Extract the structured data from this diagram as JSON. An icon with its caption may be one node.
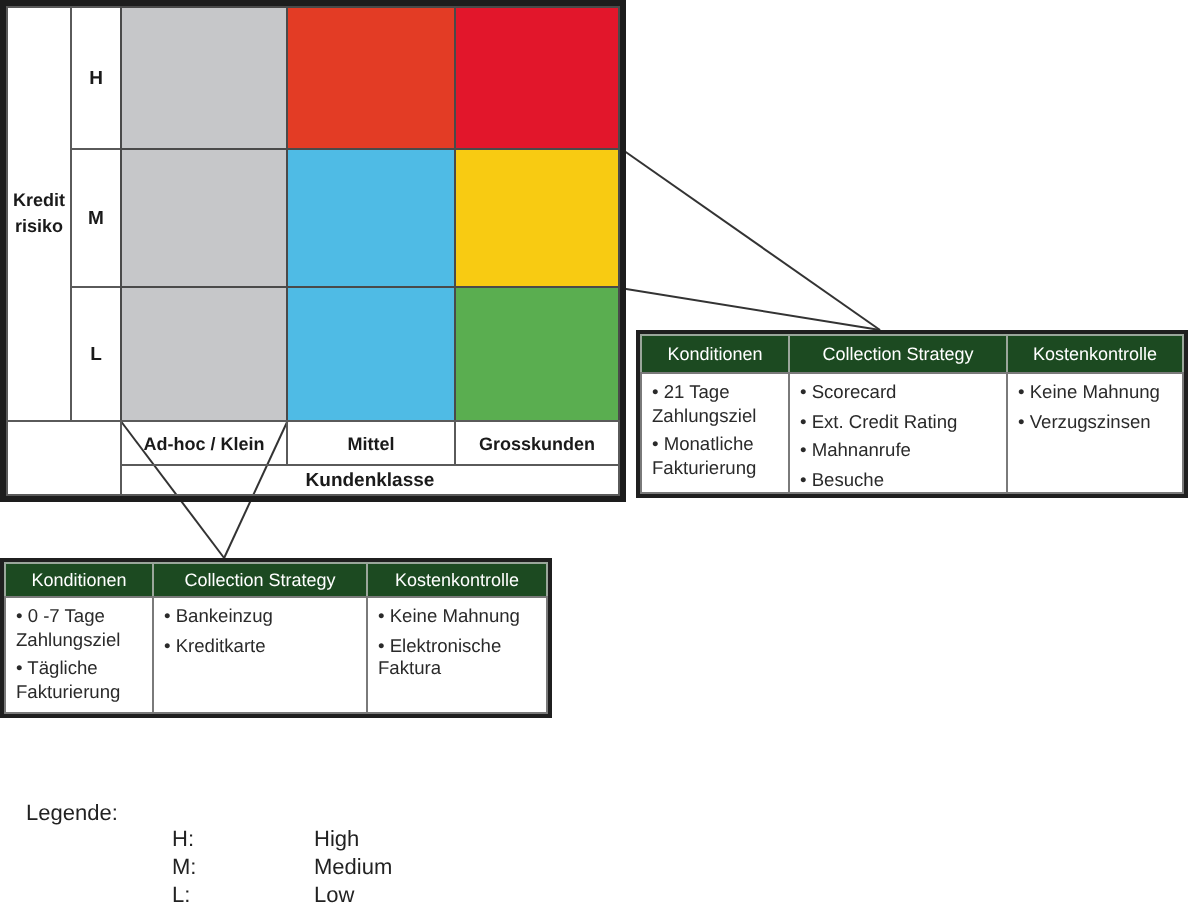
{
  "diagram": {
    "nodes": [
      {
        "text": [],
        "shape": "box"
      },
      {
        "text": [
          "Kredit risiko"
        ],
        "in": 0
      },
      {
        "text": [
          "H"
        ],
        "in": 0
      },
      {
        "text": [],
        "shape": "box",
        "in": 0
      },
      {
        "text": [],
        "shape": "box",
        "in": 0
      },
      {
        "text": [],
        "shape": "box",
        "in": 0
      },
      {
        "text": [
          "M"
        ],
        "in": 0
      },
      {
        "text": [],
        "shape": "box",
        "in": 0
      },
      {
        "text": [],
        "shape": "box",
        "in": 0
      },
      {
        "text": [],
        "shape": "box",
        "in": 0
      },
      {
        "text": [
          "L"
        ],
        "in": 0
      },
      {
        "text": [],
        "shape": "box",
        "in": 0
      },
      {
        "text": [],
        "shape": "box",
        "in": 0
      },
      {
        "text": [],
        "shape": "box",
        "in": 0
      },
      {
        "text": [],
        "shape": "box",
        "in": 0
      },
      {
        "text": [
          "Ad-hoc / Klein"
        ],
        "in": 0
      },
      {
        "text": [
          "Mittel"
        ],
        "in": 0
      },
      {
        "text": [
          "Grosskunden"
        ],
        "in": 0
      },
      {
        "text": [
          "Kundenklasse"
        ],
        "in": 0
      },
      {
        "text": [],
        "shape": "box"
      },
      {
        "text": [
          "Konditionen"
        ],
        "in": 19
      },
      {
        "text": [
          "Collection Strategy"
        ],
        "in": 19
      },
      {
        "text": [
          "Kostenkontrolle"
        ],
        "in": 19
      },
      {
        "text": [
          "• 21 Tage Zahlungsziel",
          "• Monatliche Fakturierung"
        ],
        "in": 19
      },
      {
        "text": [
          "• Scorecard",
          "• Ext. Credit Rating",
          "• Mahnanrufe",
          "• Besuche"
        ],
        "in": 19
      },
      {
        "text": [
          "• Keine Mahnung",
          "• Verzugszinsen"
        ],
        "in": 19
      },
      {
        "text": [],
        "shape": "box"
      },
      {
        "text": [
          "Konditionen"
        ],
        "in": 26
      },
      {
        "text": [
          "Collection Strategy"
        ],
        "in": 26
      },
      {
        "text": [
          "Kostenkontrolle"
        ],
        "in": 26
      },
      {
        "text": [
          "• 0 -7 Tage Zahlungsziel",
          "• Tägliche Fakturierung"
        ],
        "in": 26
      },
      {
        "text": [
          "• Bankeinzug",
          "• Kreditkarte"
        ],
        "in": 26
      },
      {
        "text": [
          "• Keine Mahnung",
          "• Elektronische Faktura"
        ],
        "in": 26
      }
    ],
    "edges": [
      {
        "from": 19,
        "to": 9,
        "arrow": "none"
      },
      {
        "from": 19,
        "to": 9,
        "arrow": "none"
      },
      {
        "from": 26,
        "to": 15,
        "arrow": "none"
      },
      {
        "from": 26,
        "to": 15,
        "arrow": "none"
      }
    ],
    "labels": [
      "Legende:",
      "H:",
      "High",
      "M:",
      "Medium",
      "L:",
      "Low"
    ]
  }
}
